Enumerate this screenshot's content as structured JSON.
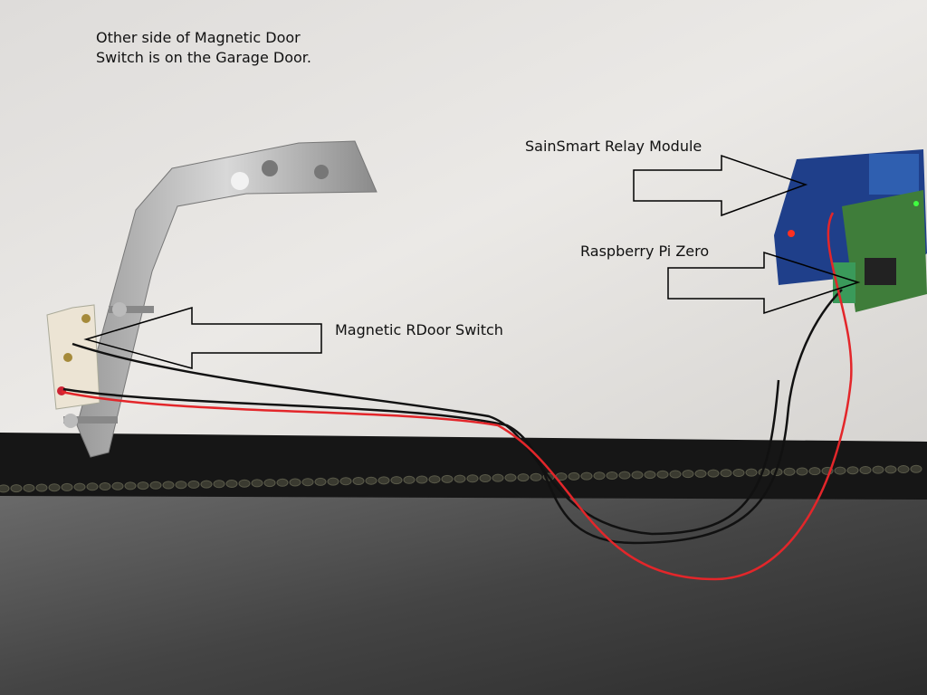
{
  "annotations": {
    "note_line1": "Other side of Magnetic Door",
    "note_line2": "Switch is on the Garage Door.",
    "relay_label": "SainSmart Relay Module",
    "pi_label": "Raspberry Pi Zero",
    "switch_label": "Magnetic RDoor Switch"
  },
  "colors": {
    "wall": "#e6e4e1",
    "rail": "#161616",
    "floor": "#4a4a4a",
    "relay_board": "#1f3f8a",
    "pi_board": "#3f7d3a",
    "red_wire": "#e3262a",
    "black_wire": "#111111"
  }
}
